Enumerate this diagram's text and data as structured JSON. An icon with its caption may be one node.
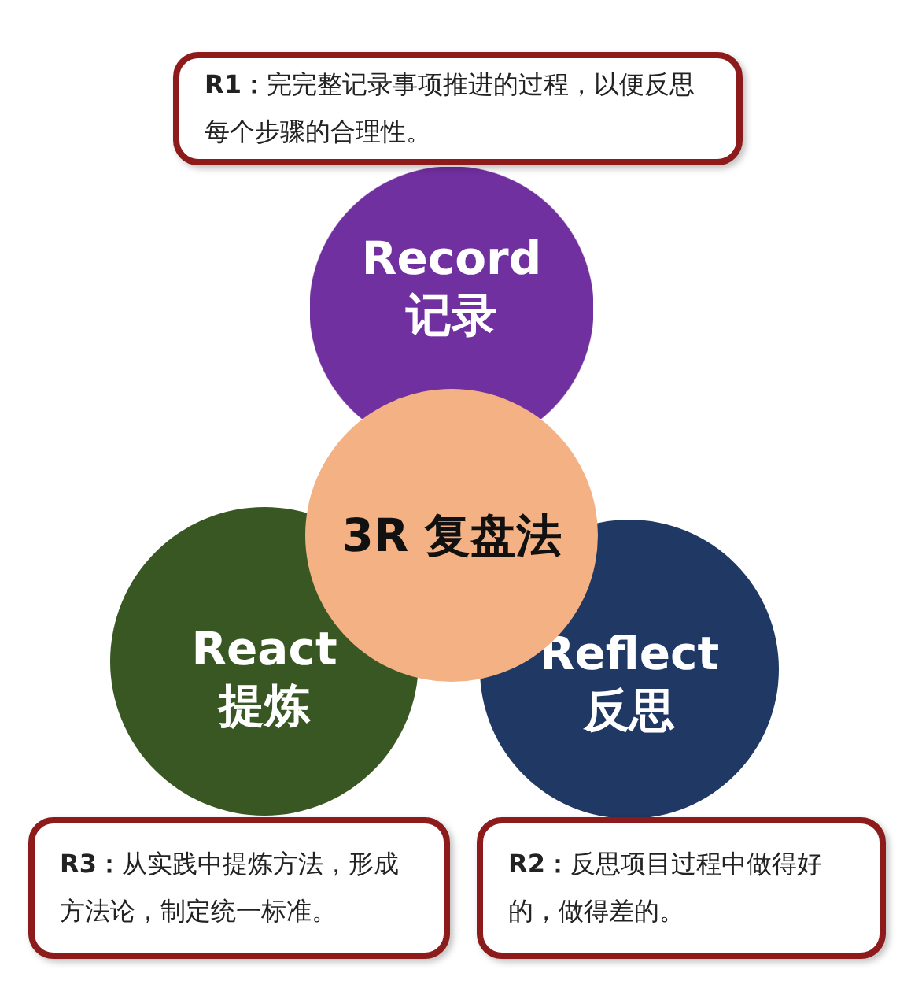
{
  "diagram": {
    "nodes": [
      {
        "text": [
          "**R1：**完完整记录事项推进的过程，以便反思每个步骤的合理性。"
        ]
      },
      {
        "text": [
          "Record",
          "记录"
        ]
      },
      {
        "text": [
          "React",
          "提炼"
        ]
      },
      {
        "text": [
          "Reflect",
          "反思"
        ]
      },
      {
        "text": [
          "3R 复盘法"
        ]
      },
      {
        "text": [
          "**R3：**从实践中提炼方法，形成方法论，制定统一标准。"
        ]
      },
      {
        "text": [
          "**R2：**反思项目过程中做得好的，做得差的。"
        ]
      }
    ]
  }
}
